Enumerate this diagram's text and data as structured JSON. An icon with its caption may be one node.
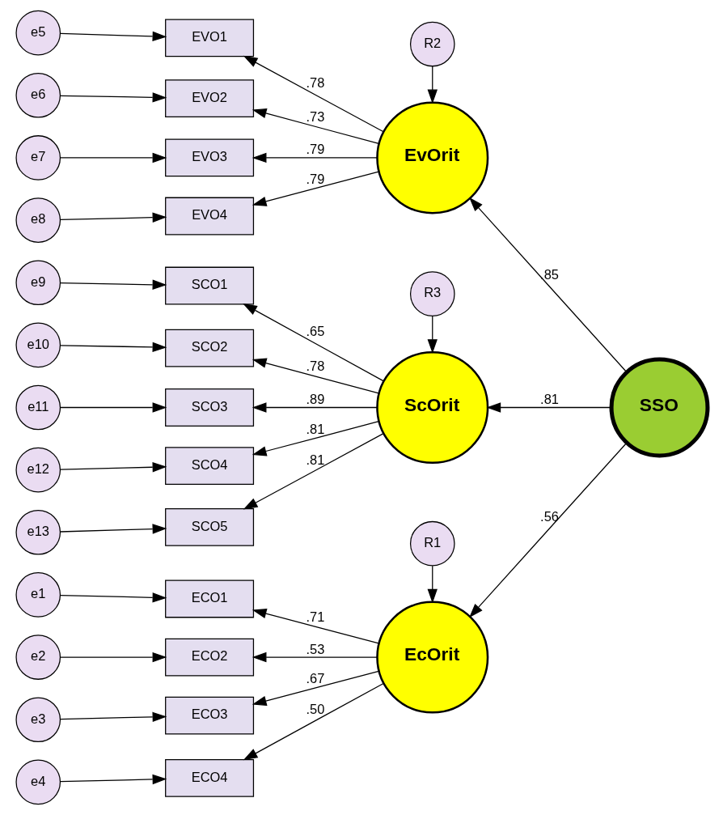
{
  "diagram": {
    "nodes": [
      {
        "text": [
          "R1"
        ]
      },
      {
        "text": [
          "EcOrit"
        ]
      },
      {
        "text": [
          "e1"
        ]
      },
      {
        "text": [
          "e2"
        ]
      },
      {
        "text": [
          "e3"
        ]
      },
      {
        "text": [
          "e4"
        ]
      },
      {
        "text": [
          "ECO1"
        ]
      },
      {
        "text": [
          "ECO2"
        ]
      },
      {
        "text": [
          "ECO3"
        ]
      },
      {
        "text": [
          "ECO4"
        ]
      },
      {
        "text": [
          "R2"
        ]
      },
      {
        "text": [
          "EvOrit"
        ]
      },
      {
        "text": [
          "e5"
        ]
      },
      {
        "text": [
          "e6"
        ]
      },
      {
        "text": [
          "e7"
        ]
      },
      {
        "text": [
          "e8"
        ]
      },
      {
        "text": [
          "EVO1"
        ]
      },
      {
        "text": [
          "EVO2"
        ]
      },
      {
        "text": [
          "EVO3"
        ]
      },
      {
        "text": [
          "EVO4"
        ]
      },
      {
        "text": [
          "R3"
        ]
      },
      {
        "text": [
          "ScOrit"
        ]
      },
      {
        "text": [
          "e9"
        ]
      },
      {
        "text": [
          "e10"
        ]
      },
      {
        "text": [
          "e11"
        ]
      },
      {
        "text": [
          "e12"
        ]
      },
      {
        "text": [
          "e13"
        ]
      },
      {
        "text": [
          "SCO1"
        ]
      },
      {
        "text": [
          "SCO2"
        ]
      },
      {
        "text": [
          "SCO3"
        ]
      },
      {
        "text": [
          "SCO4"
        ]
      },
      {
        "text": [
          "SCO5"
        ]
      },
      {
        "text": [
          "SSO"
        ]
      }
    ],
    "edges": [
      {
        "from": 0,
        "to": 1,
        "arrow": "to"
      },
      {
        "from": 2,
        "to": 6,
        "arrow": "to"
      },
      {
        "from": 3,
        "to": 7,
        "arrow": "to"
      },
      {
        "from": 4,
        "to": 8,
        "arrow": "to"
      },
      {
        "from": 5,
        "to": 9,
        "arrow": "to"
      },
      {
        "from": 1,
        "to": 6,
        "arrow": "to",
        "label": ".71"
      },
      {
        "from": 1,
        "to": 7,
        "arrow": "to",
        "label": ".53"
      },
      {
        "from": 1,
        "to": 8,
        "arrow": "to",
        "label": ".67"
      },
      {
        "from": 1,
        "to": 9,
        "arrow": "to",
        "label": ".50"
      },
      {
        "from": 10,
        "to": 11,
        "arrow": "to"
      },
      {
        "from": 12,
        "to": 16,
        "arrow": "to"
      },
      {
        "from": 13,
        "to": 17,
        "arrow": "to"
      },
      {
        "from": 14,
        "to": 18,
        "arrow": "to"
      },
      {
        "from": 15,
        "to": 19,
        "arrow": "to"
      },
      {
        "from": 11,
        "to": 16,
        "arrow": "to",
        "label": ".78"
      },
      {
        "from": 11,
        "to": 17,
        "arrow": "to",
        "label": ".73"
      },
      {
        "from": 11,
        "to": 18,
        "arrow": "to",
        "label": ".79"
      },
      {
        "from": 11,
        "to": 19,
        "arrow": "to",
        "label": ".79"
      },
      {
        "from": 20,
        "to": 21,
        "arrow": "to"
      },
      {
        "from": 22,
        "to": 27,
        "arrow": "to"
      },
      {
        "from": 23,
        "to": 28,
        "arrow": "to"
      },
      {
        "from": 24,
        "to": 29,
        "arrow": "to"
      },
      {
        "from": 25,
        "to": 30,
        "arrow": "to"
      },
      {
        "from": 26,
        "to": 31,
        "arrow": "to"
      },
      {
        "from": 21,
        "to": 27,
        "arrow": "to",
        "label": ".65"
      },
      {
        "from": 21,
        "to": 28,
        "arrow": "to",
        "label": ".78"
      },
      {
        "from": 21,
        "to": 29,
        "arrow": "to",
        "label": ".89"
      },
      {
        "from": 21,
        "to": 30,
        "arrow": "to",
        "label": ".81"
      },
      {
        "from": 21,
        "to": 31,
        "arrow": "to",
        "label": ".81"
      },
      {
        "from": 32,
        "to": 1,
        "arrow": "to",
        "label": ".56"
      },
      {
        "from": 32,
        "to": 11,
        "arrow": "to",
        "label": ".85"
      },
      {
        "from": 32,
        "to": 21,
        "arrow": "to",
        "label": ".81"
      }
    ]
  }
}
